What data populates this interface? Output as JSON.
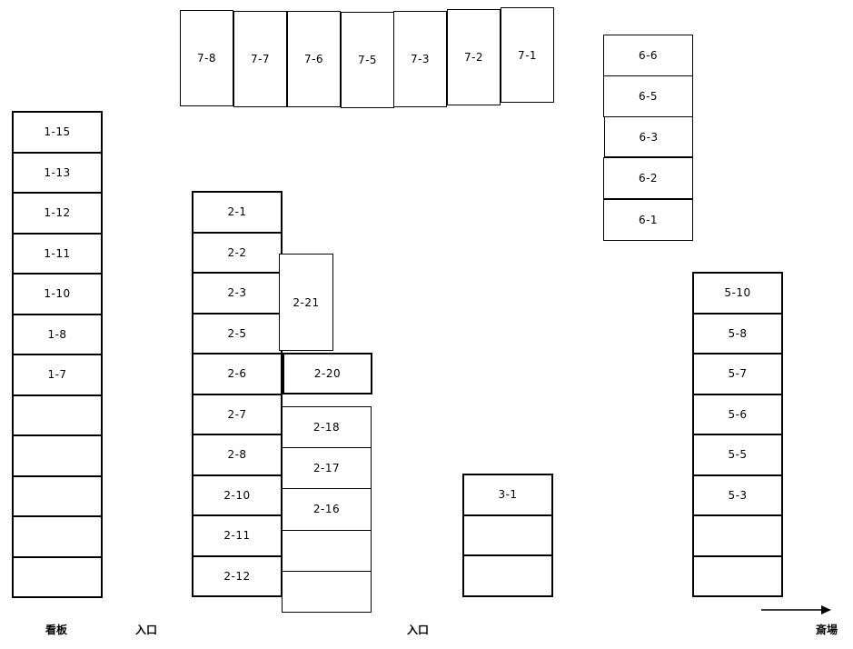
{
  "stalls": {
    "col1": [
      "1-15",
      "1-13",
      "1-12",
      "1-11",
      "1-10",
      "1-8",
      "1-7",
      "",
      "",
      "",
      "",
      ""
    ],
    "col2": [
      "2-1",
      "2-2",
      "2-3",
      "2-5",
      "2-6",
      "2-7",
      "2-8",
      "2-10",
      "2-11",
      "2-12"
    ],
    "col2_annex": [
      "2-18",
      "2-17",
      "2-16",
      "",
      ""
    ],
    "s2_21": "2-21",
    "s2_20": "2-20",
    "col3": [
      "3-1",
      "",
      ""
    ],
    "col5": [
      "5-10",
      "5-8",
      "5-7",
      "5-6",
      "5-5",
      "5-3",
      "",
      ""
    ],
    "col6": [
      "6-6",
      "6-5",
      "6-3",
      "6-2",
      "6-1"
    ],
    "row7": [
      "7-8",
      "7-7",
      "7-6",
      "7-5",
      "7-3",
      "7-2",
      "7-1"
    ]
  },
  "labels": {
    "sign": "看板",
    "entrance_left": "入口",
    "entrance_center": "入口",
    "direction": "斎場"
  }
}
